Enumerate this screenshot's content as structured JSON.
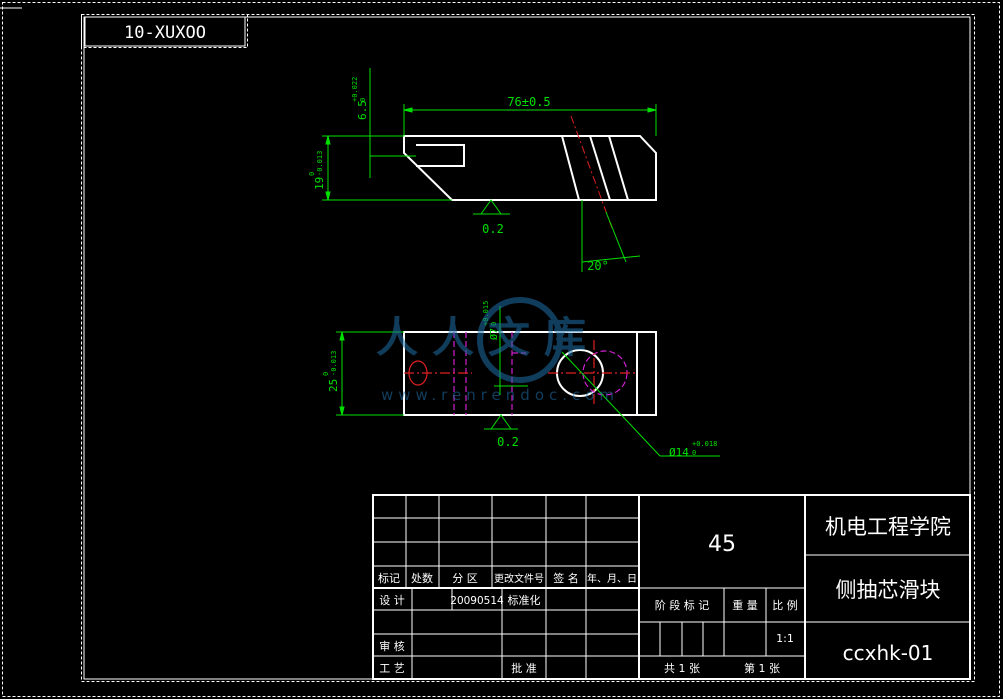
{
  "drawing": {
    "code_stamp": "10-XUXOO",
    "front_view": {
      "length_dim": "76±0.5",
      "height_dim": "19",
      "height_tol_upper": "0",
      "height_tol_lower": "-0.013",
      "slot_dim": "6.5",
      "slot_tol_upper": "+0.022",
      "slot_tol_lower": "0",
      "angle_dim": "20°",
      "surface_finish": "0.2"
    },
    "top_view": {
      "width_dim": "25",
      "width_tol_upper": "0",
      "width_tol_lower": "-0.013",
      "small_hole_dim": "Ø7",
      "small_hole_tol_upper": "+0.015",
      "small_hole_tol_lower": "0",
      "hole_dim": "Ø14",
      "hole_tol_upper": "+0.018",
      "hole_tol_lower": "0",
      "surface_finish": "0.2"
    }
  },
  "title_block": {
    "material": "45",
    "school": "机电工程学院",
    "part_name": "侧抽芯滑块",
    "drawing_no": "ccxhk-01",
    "labels": {
      "mark": "标记",
      "count": "处数",
      "zone": "分 区",
      "change_doc": "更改文件号",
      "signature": "签 名",
      "date": "年、月、日",
      "design": "设 计",
      "design_date": "20090514",
      "standardize": "标准化",
      "review": "审 核",
      "process": "工 艺",
      "approve": "批 准",
      "stage_mark": "阶 段 标 记",
      "weight": "重 量",
      "scale": "比 例",
      "scale_value": "1:1",
      "total": "共 1 张",
      "sheet": "第 1 张"
    }
  },
  "watermark": {
    "brand": "人人文库",
    "url": "www.renrendoc.com"
  }
}
